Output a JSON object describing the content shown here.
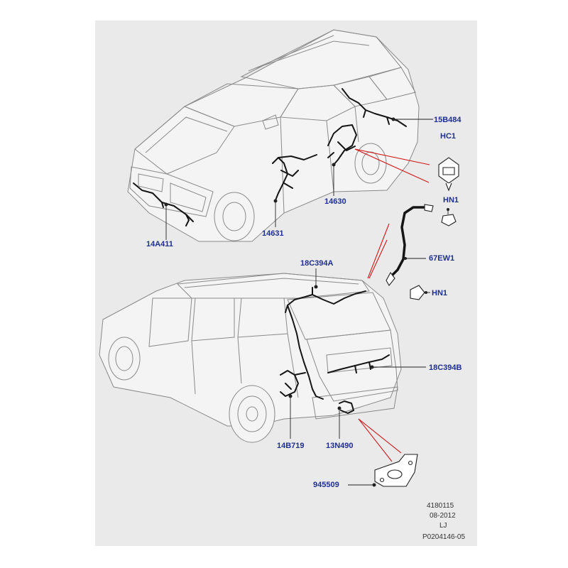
{
  "labels": {
    "l15B484": "15B484",
    "lHC1": "HC1",
    "lHN1a": "HN1",
    "l14630": "14630",
    "l14631": "14631",
    "l14A411": "14A411",
    "l67EW1": "67EW1",
    "l18C394A": "18C394A",
    "lHN1b": "HN1",
    "l18C394B": "18C394B",
    "l14B719": "14B719",
    "l13N490": "13N490",
    "l945509": "945509"
  },
  "footer": {
    "code": "4180115",
    "date": "08-2012",
    "initials": "LJ",
    "ref": "P0204146-05"
  },
  "colors": {
    "label_text": "#1f2f8f",
    "callout_lines": "#d01818",
    "panel_bg": "#eaeaea",
    "wiring": "#151515",
    "vehicle_outline": "#8a8a8a"
  }
}
